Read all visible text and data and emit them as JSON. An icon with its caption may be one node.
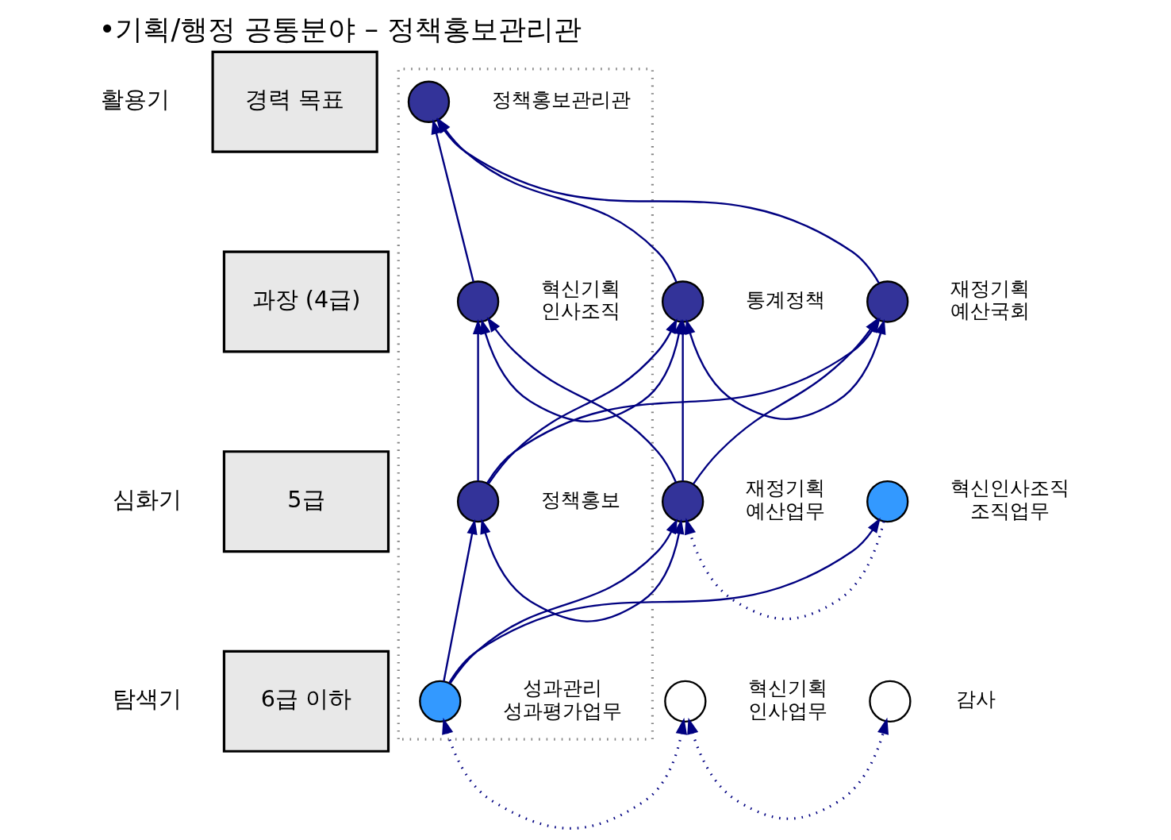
{
  "diagram": {
    "title": "•기획/행정 공통분야 – 정책홍보관리관",
    "nodes": [
      {
        "text": [
          "경력 목표"
        ]
      },
      {
        "text": [
          "과장 (4급)"
        ]
      },
      {
        "text": [
          "5급"
        ]
      },
      {
        "text": [
          "6급 이하"
        ]
      },
      {
        "text": [],
        "shape": "box"
      },
      {
        "text": [],
        "shape": "circle",
        "in": 4,
        "beside": [
          "정책홍보관리관"
        ]
      },
      {
        "text": [],
        "shape": "circle",
        "in": 4,
        "beside": [
          "혁신기획",
          "인사조직"
        ]
      },
      {
        "text": [],
        "shape": "circle",
        "beside": [
          "통계정책"
        ]
      },
      {
        "text": [],
        "shape": "circle",
        "beside": [
          "재정기획",
          "예산국회"
        ]
      },
      {
        "text": [],
        "shape": "circle",
        "in": 4,
        "beside": [
          "정책홍보"
        ]
      },
      {
        "text": [],
        "shape": "circle",
        "beside": [
          "재정기획",
          "예산업무"
        ]
      },
      {
        "text": [],
        "shape": "circle",
        "beside": [
          "혁신인사조직",
          "조직업무"
        ]
      },
      {
        "text": [],
        "shape": "circle",
        "in": 4,
        "beside": [
          "성과관리",
          "성과평가업무"
        ]
      },
      {
        "text": [],
        "shape": "circle",
        "beside": [
          "혁신기획",
          "인사업무"
        ]
      },
      {
        "text": [],
        "shape": "circle",
        "beside": [
          "감사"
        ]
      }
    ],
    "edges": [
      {
        "from": 6,
        "to": 5,
        "arrow": "to"
      },
      {
        "from": 7,
        "to": 5,
        "arrow": "to"
      },
      {
        "from": 8,
        "to": 5,
        "arrow": "to"
      },
      {
        "from": 6,
        "to": 7,
        "arrow": "both"
      },
      {
        "from": 7,
        "to": 8,
        "arrow": "both"
      },
      {
        "from": 9,
        "to": 6,
        "arrow": "to"
      },
      {
        "from": 9,
        "to": 7,
        "arrow": "to"
      },
      {
        "from": 9,
        "to": 8,
        "arrow": "to"
      },
      {
        "from": 10,
        "to": 6,
        "arrow": "to"
      },
      {
        "from": 10,
        "to": 7,
        "arrow": "to"
      },
      {
        "from": 10,
        "to": 8,
        "arrow": "to"
      },
      {
        "from": 9,
        "to": 10,
        "arrow": "both"
      },
      {
        "from": 11,
        "to": 10,
        "arrow": "to",
        "style": "dashed"
      },
      {
        "from": 12,
        "to": 9,
        "arrow": "to"
      },
      {
        "from": 12,
        "to": 10,
        "arrow": "to"
      },
      {
        "from": 12,
        "to": 11,
        "arrow": "to"
      },
      {
        "from": 12,
        "to": 13,
        "arrow": "both",
        "style": "dashed"
      },
      {
        "from": 13,
        "to": 14,
        "arrow": "both",
        "style": "dashed"
      }
    ],
    "labels": [
      "활용기",
      "심화기",
      "탐색기"
    ]
  }
}
